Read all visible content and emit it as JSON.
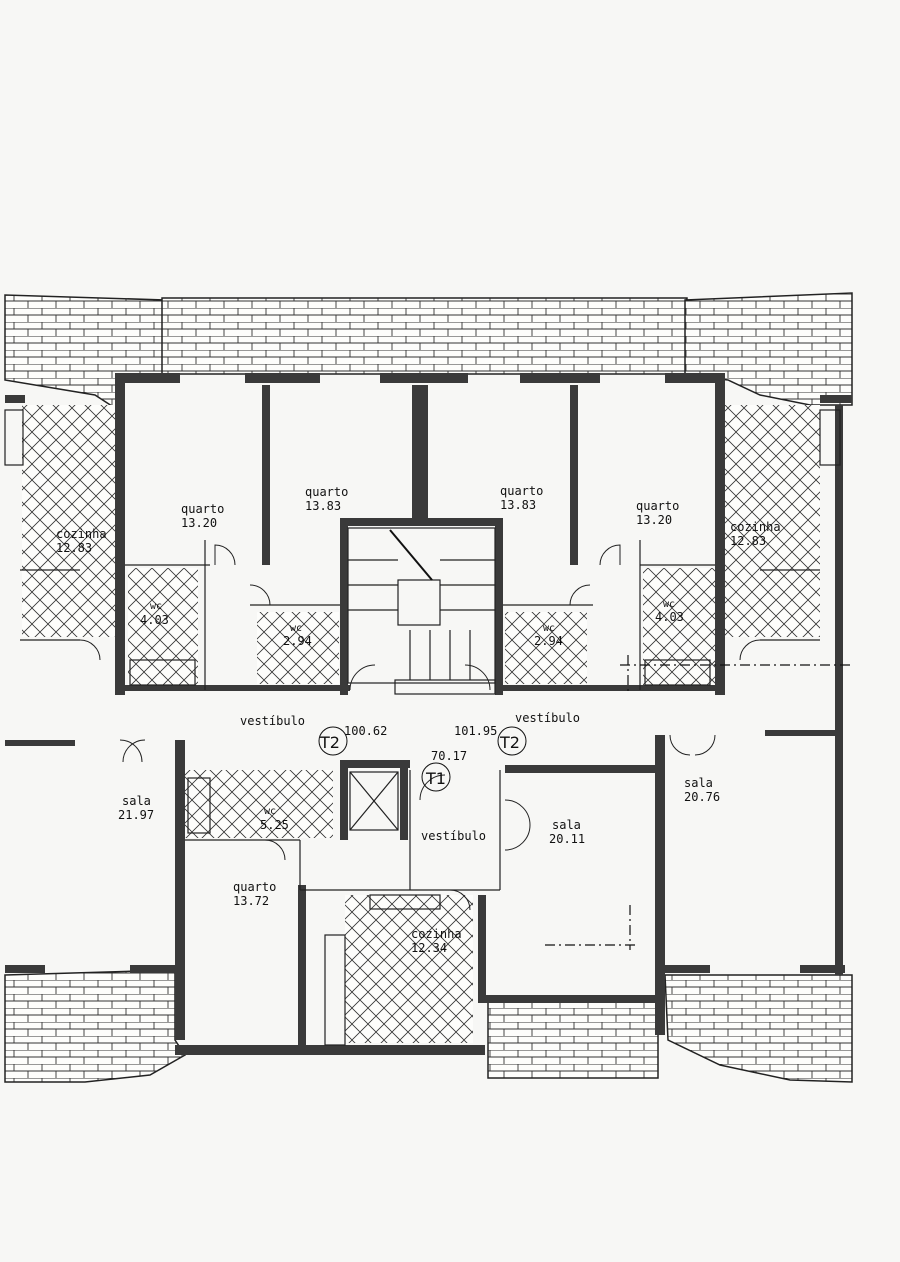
{
  "rooms": {
    "quarto_l1": {
      "name": "quarto",
      "area": "13.20"
    },
    "quarto_l2": {
      "name": "quarto",
      "area": "13.83"
    },
    "quarto_r2": {
      "name": "quarto",
      "area": "13.83"
    },
    "quarto_r1": {
      "name": "quarto",
      "area": "13.20"
    },
    "cozinha_l": {
      "name": "cozinha",
      "area": "12.83"
    },
    "cozinha_r": {
      "name": "cozinha",
      "area": "12.83"
    },
    "wc_l1": {
      "name": "wc",
      "area": "4.03"
    },
    "wc_l2": {
      "name": "wc",
      "area": "2.94"
    },
    "wc_r2": {
      "name": "wc",
      "area": "2.94"
    },
    "wc_r1": {
      "name": "wc",
      "area": "4.03"
    },
    "vestibulo_l": {
      "name": "vestíbulo"
    },
    "vestibulo_r": {
      "name": "vestíbulo"
    },
    "vestibulo_c": {
      "name": "vestíbulo"
    },
    "sala_l": {
      "name": "sala",
      "area": "21.97"
    },
    "sala_c": {
      "name": "sala",
      "area": "20.11"
    },
    "sala_r": {
      "name": "sala",
      "area": "20.76"
    },
    "wc_c": {
      "name": "wc",
      "area": "5.25"
    },
    "quarto_c": {
      "name": "quarto",
      "area": "13.72"
    },
    "cozinha_c": {
      "name": "cozinha",
      "area": "12.34"
    }
  },
  "units": {
    "t2_left": {
      "type": "T2",
      "area": "100.62"
    },
    "t2_right": {
      "type": "T2",
      "area": "101.95"
    },
    "t1": {
      "type": "T1",
      "area": "70.17"
    }
  }
}
